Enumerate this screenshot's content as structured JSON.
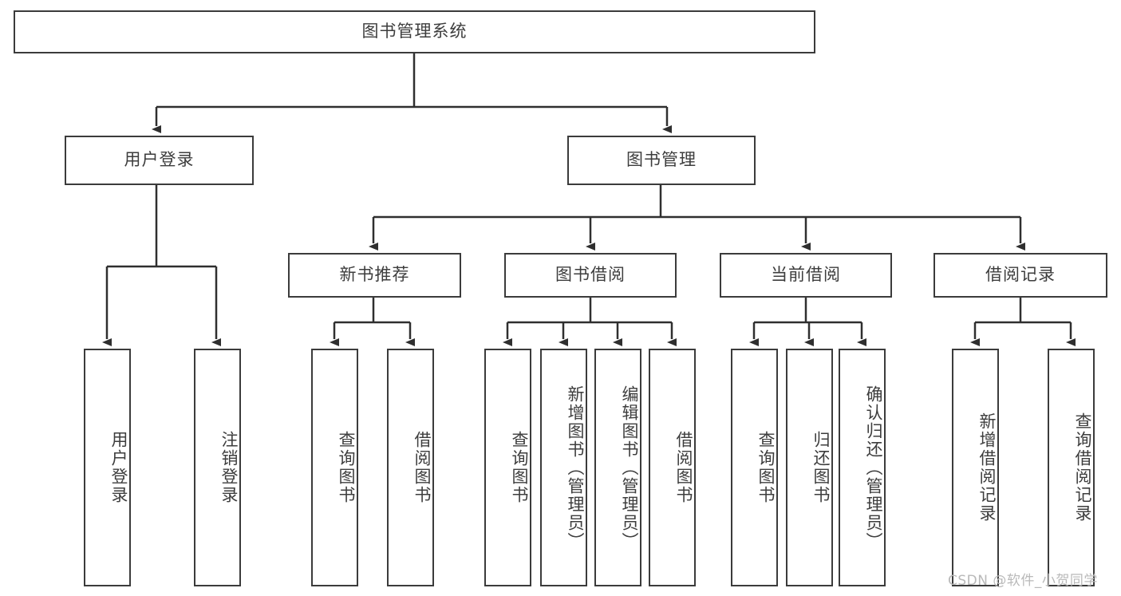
{
  "diagram": {
    "type": "tree-hierarchy",
    "title": "图书管理系统",
    "watermark": "CSDN @软件_小贺同学",
    "colors": {
      "border": "#3b3b3b",
      "text": "#3d3d3d",
      "background": "#ffffff",
      "edge": "#2f2f2f",
      "watermark": "#b9b9b9"
    },
    "nodes": {
      "root": {
        "label": "图书管理系统"
      },
      "level2": [
        {
          "id": "user-login",
          "label": "用户登录"
        },
        {
          "id": "book-management",
          "label": "图书管理"
        }
      ],
      "level3": [
        {
          "id": "new-book-recommend",
          "label": "新书推荐"
        },
        {
          "id": "book-borrow",
          "label": "图书借阅"
        },
        {
          "id": "current-borrow",
          "label": "当前借阅"
        },
        {
          "id": "borrow-record",
          "label": "借阅记录"
        }
      ],
      "leaves": {
        "user-login": [
          {
            "id": "leaf-user-login",
            "label": "用户登录"
          },
          {
            "id": "leaf-logout-login",
            "label": "注销登录"
          }
        ],
        "new-book-recommend": [
          {
            "id": "leaf-query-book-1",
            "label": "查询图书"
          },
          {
            "id": "leaf-borrow-book-1",
            "label": "借阅图书"
          }
        ],
        "book-borrow": [
          {
            "id": "leaf-query-book-2",
            "label": "查询图书"
          },
          {
            "id": "leaf-add-book",
            "label": "新增图书（管理员）"
          },
          {
            "id": "leaf-edit-book",
            "label": "编辑图书（管理员）"
          },
          {
            "id": "leaf-borrow-book-2",
            "label": "借阅图书"
          }
        ],
        "current-borrow": [
          {
            "id": "leaf-query-book-3",
            "label": "查询图书"
          },
          {
            "id": "leaf-return-book",
            "label": "归还图书"
          },
          {
            "id": "leaf-confirm-return",
            "label": "确认归还（管理员）"
          }
        ],
        "borrow-record": [
          {
            "id": "leaf-add-record",
            "label": "新增借阅记录"
          },
          {
            "id": "leaf-query-record",
            "label": "查询借阅记录"
          }
        ]
      }
    }
  }
}
